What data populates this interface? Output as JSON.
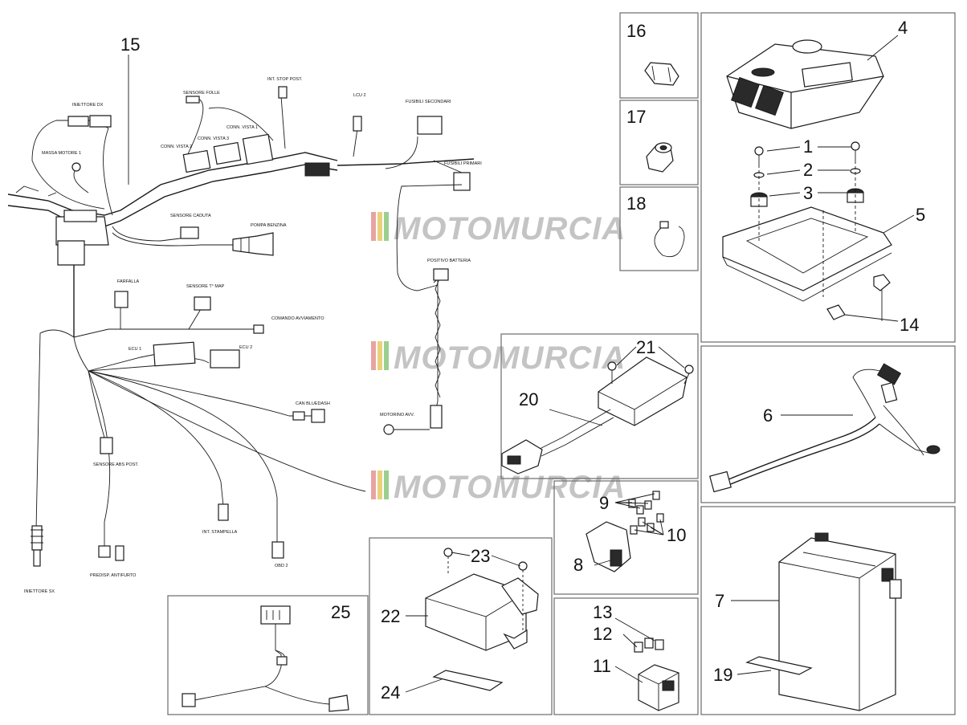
{
  "part_numbers": [
    "1",
    "2",
    "3",
    "4",
    "5",
    "6",
    "7",
    "8",
    "9",
    "10",
    "11",
    "12",
    "13",
    "14",
    "15",
    "16",
    "17",
    "18",
    "19",
    "20",
    "21",
    "22",
    "23",
    "24",
    "25"
  ],
  "watermark": "MOTOMURCIA",
  "harness_labels": {
    "iniettore_dx": "INIETTORE DX",
    "massa_motore": "MASSA MOTORE 1",
    "sensore_folle": "SENSORE FOLLE",
    "int_stop_post": "INT. STOP POST.",
    "lcu": "LCU 2",
    "fusibili_secondari": "FUSIBILI SECONDARI",
    "fusibili_primari": "FUSIBILI PRIMARI",
    "sensore_caduta": "SENSORE CADUTA",
    "pompa_benzina": "POMPA BENZINA",
    "positivo_batteria": "POSITIVO BATTERIA",
    "farfalla": "FARFALLA",
    "sensore_map": "SENSORE T° MAP",
    "comando_avviamento": "COMANDO AVVIAMENTO",
    "ecu1": "ECU 1",
    "ecu2": "ECU 2",
    "can_bluedash": "CAN BLUEDASH",
    "motorino_avv": "MOTORINO AVV.",
    "sensore_abs_post": "SENSORE ABS POST.",
    "int_stampella": "INT. STAMPELLA",
    "obd": "OBD 2",
    "predisp_antifurto": "PREDISP. ANTIFURTO",
    "iniettore_sx": "INIETTORE SX",
    "conn_vista_1": "CONN. VISTA 1",
    "conn_vista_2": "CONN. VISTA 2",
    "conn_vista_3": "CONN. VISTA 3"
  }
}
